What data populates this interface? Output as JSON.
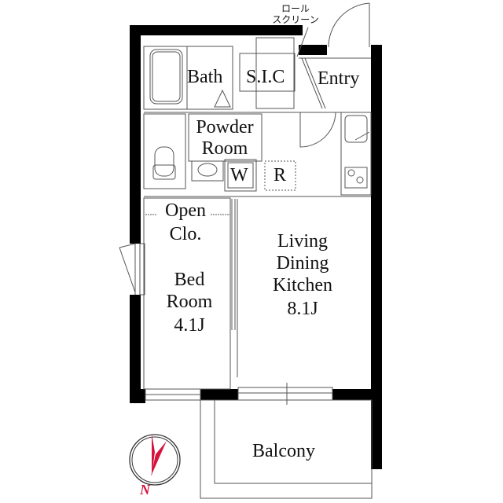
{
  "plan": {
    "rooms": {
      "bath": "Bath",
      "sic": "S.I.C",
      "entry": "Entry",
      "powder": [
        "Powder",
        "Room"
      ],
      "washer": "W",
      "fridge": "R",
      "open_closet": [
        "Open",
        "Clo."
      ],
      "bedroom": [
        "Bed",
        "Room",
        "4.1J"
      ],
      "ldk": [
        "Living",
        "Dining",
        "Kitchen",
        "8.1J"
      ],
      "balcony": "Balcony"
    },
    "annotations": {
      "roll_screen": [
        "ロール",
        "スクリーン"
      ]
    },
    "compass": {
      "label": "N",
      "color": "#d4143c"
    },
    "colors": {
      "wall": "#000000",
      "line": "#555555",
      "background": "#ffffff"
    }
  }
}
